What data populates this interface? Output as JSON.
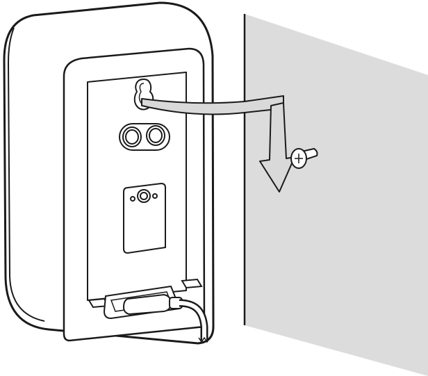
{
  "diagram": {
    "kind": "wall-mounting-illustration",
    "colors": {
      "wall_fill": "#dcdcdc",
      "arrow_fill": "#d9d9d9",
      "outline": "#1a1a1a",
      "speaker_fill": "#ffffff"
    },
    "parts": [
      {
        "id": "speaker",
        "icon": "speaker-back-panel"
      },
      {
        "id": "keyhole",
        "icon": "keyhole-slot-icon"
      },
      {
        "id": "screw",
        "icon": "wall-screw-icon"
      },
      {
        "id": "wall",
        "icon": "wall-panel"
      },
      {
        "id": "cable",
        "icon": "power-cable-icon"
      }
    ]
  }
}
